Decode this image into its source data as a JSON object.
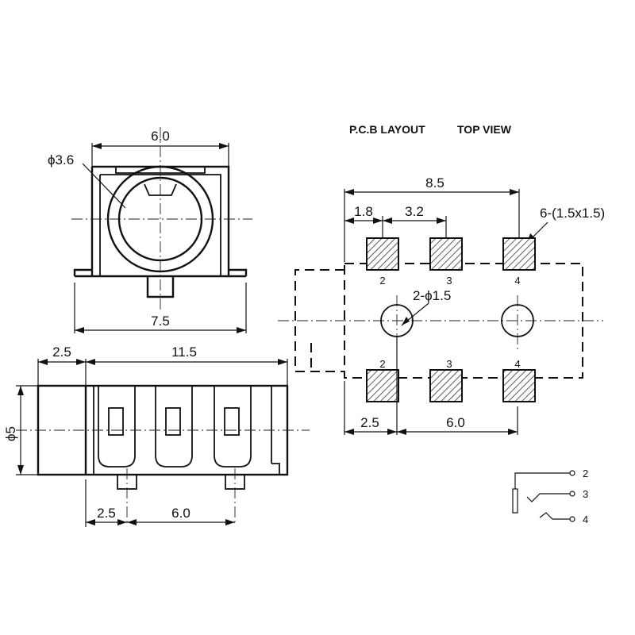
{
  "front_view": {
    "dim_width": "6.0",
    "dim_hole": "ϕ3.6",
    "dim_base": "7.5"
  },
  "side_view": {
    "dim_left": "2.5",
    "dim_length": "11.5",
    "dim_diameter": "ϕ5",
    "dim_pin_offset": "2.5",
    "dim_pin_span": "6.0"
  },
  "pcb_layout": {
    "header_left": "P.C.B LAYOUT",
    "header_right": "TOP VIEW",
    "dim_total": "8.5",
    "dim_first": "1.8",
    "dim_pitch": "3.2",
    "pad_spec": "6-(1.5x1.5)",
    "hole_spec": "2-ϕ1.5",
    "dim_bottom_offset": "2.5",
    "dim_bottom_span": "6.0",
    "top_pad_labels": [
      "2",
      "3",
      "4"
    ],
    "bottom_pad_labels": [
      "2",
      "3",
      "4"
    ]
  },
  "schematic": {
    "pin_labels": [
      "2",
      "3",
      "4"
    ]
  }
}
